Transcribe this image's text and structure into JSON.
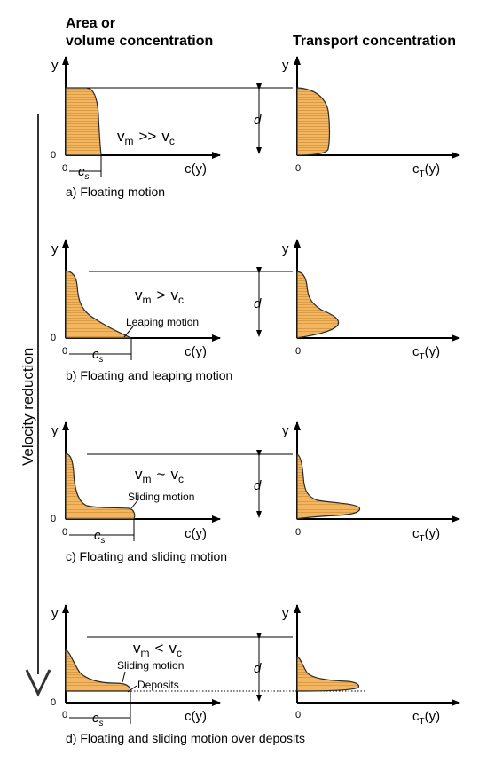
{
  "headers": {
    "left_line1": "Area or",
    "left_line2": "volume concentration",
    "right": "Transport concentration"
  },
  "side_label": "Velocity reduction",
  "axis": {
    "y": "y",
    "origin": "0",
    "x_left": "c(y)",
    "x_right_main": "c",
    "x_right_sub": "T",
    "x_right_tail": "(y)",
    "cs_main": "c",
    "cs_sub": "s",
    "depth": "d",
    "vm_main": "v",
    "vm_sub": "m",
    "vc_main": "v",
    "vc_sub": "c"
  },
  "panels": [
    {
      "relation": ">>",
      "caption": "a) Floating motion",
      "annotations": []
    },
    {
      "relation": ">",
      "caption": "b) Floating and leaping motion",
      "annotations": [
        "Leaping motion"
      ]
    },
    {
      "relation": "~",
      "caption": "c) Floating and sliding motion",
      "annotations": [
        "Sliding motion"
      ]
    },
    {
      "relation": "<",
      "caption": "d) Floating and sliding motion over deposits",
      "annotations": [
        "Sliding motion",
        "Deposits"
      ]
    }
  ],
  "colors": {
    "fill": "#f3b55f",
    "hatch": "#c98a33",
    "outline": "#2a2a2a",
    "axis": "#000000"
  }
}
